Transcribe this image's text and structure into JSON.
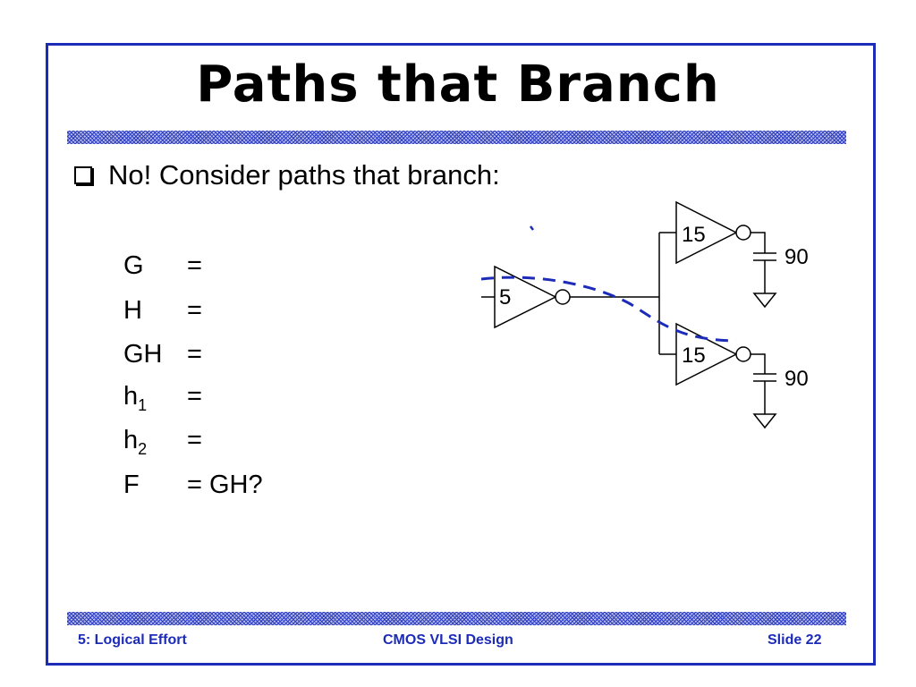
{
  "slide": {
    "title": "Paths that Branch",
    "bullet": "No!  Consider paths that branch:",
    "equations": [
      {
        "var": "G",
        "sub": "",
        "rhs": "="
      },
      {
        "var": "H",
        "sub": "",
        "rhs": "="
      },
      {
        "var": "GH",
        "sub": "",
        "rhs": "="
      },
      {
        "var": "h",
        "sub": "1",
        "rhs": "="
      },
      {
        "var": "h",
        "sub": "2",
        "rhs": "="
      },
      {
        "var": "F",
        "sub": "",
        "rhs": "= GH?"
      }
    ]
  },
  "circuit": {
    "input_gate_size": "5",
    "upper_gate_size": "15",
    "lower_gate_size": "15",
    "upper_load": "90",
    "lower_load": "90"
  },
  "footer": {
    "left": "5: Logical Effort",
    "center": "CMOS VLSI Design",
    "right": "Slide 22"
  },
  "colors": {
    "frame": "#1c2bb8",
    "path_highlight": "#1c2bb8",
    "footer_text": "#1c2bb8"
  }
}
